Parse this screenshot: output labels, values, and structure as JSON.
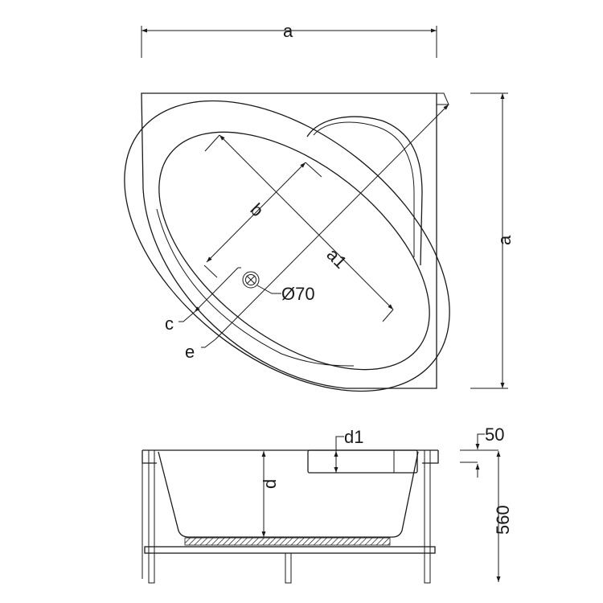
{
  "drawing": {
    "labels": {
      "width": "a",
      "depth": "a",
      "diagonal": "a1",
      "basin_width": "b",
      "rim_c": "c",
      "rim_e": "e",
      "drain": "Ø70",
      "seat_depth": "d1",
      "bath_depth": "d",
      "rim_height": "50",
      "total_height": "560"
    },
    "line_color": "#1a1a1a"
  }
}
